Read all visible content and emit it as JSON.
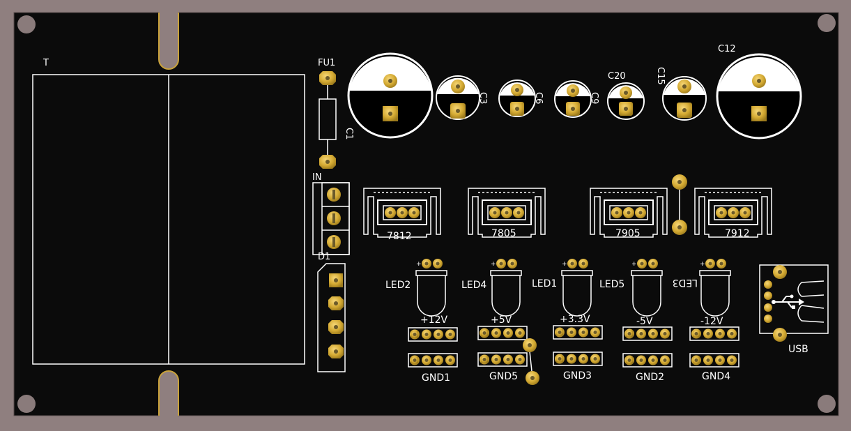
{
  "colors": {
    "background": "#8f7f7f",
    "board": "#0b0b0b",
    "silkscreen": "#ffffff",
    "pad_gold": "#d4aa33",
    "hole": "#8a7b7b"
  },
  "labels": {
    "transformer": "T",
    "fuse": "FU1",
    "c1": "C1",
    "c3": "C3",
    "c6": "C6",
    "c9": "C9",
    "c20": "C20",
    "c15": "C15",
    "c12": "C12",
    "input": "IN",
    "bridge": "D1",
    "reg_7812": "7812",
    "reg_7805": "7805",
    "reg_7905": "7905",
    "reg_7912": "7912",
    "led2": "LED2",
    "led4": "LED4",
    "led1": "LED1",
    "led5": "LED5",
    "led3": "LED3",
    "rail_p12": "+12V",
    "rail_p5": "+5V",
    "rail_p33": "+3.3V",
    "rail_m5": "-5V",
    "rail_m12": "-12V",
    "gnd1": "GND1",
    "gnd5": "GND5",
    "gnd3": "GND3",
    "gnd2": "GND2",
    "gnd4": "GND4",
    "usb": "USB"
  },
  "icons": {
    "usb_symbol": "usb-icon"
  }
}
